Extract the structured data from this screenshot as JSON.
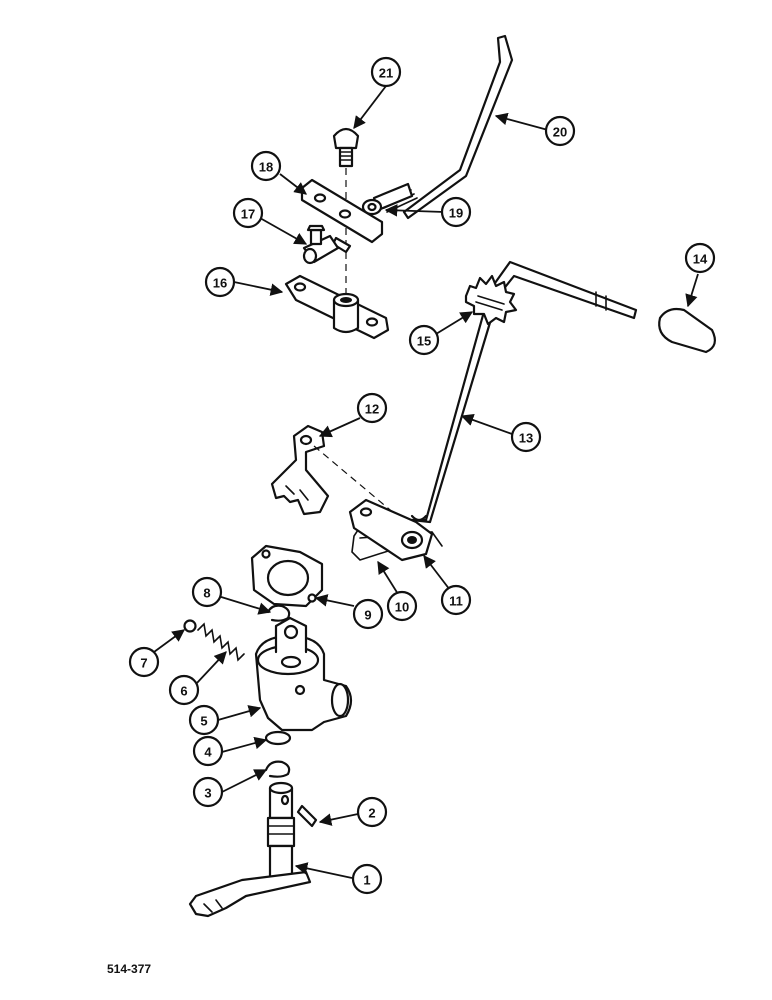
{
  "callouts": [
    "1",
    "2",
    "3",
    "4",
    "5",
    "6",
    "7",
    "8",
    "9",
    "10",
    "11",
    "12",
    "13",
    "14",
    "15",
    "16",
    "17",
    "18",
    "19",
    "20",
    "21"
  ],
  "figure_code": "514-377"
}
